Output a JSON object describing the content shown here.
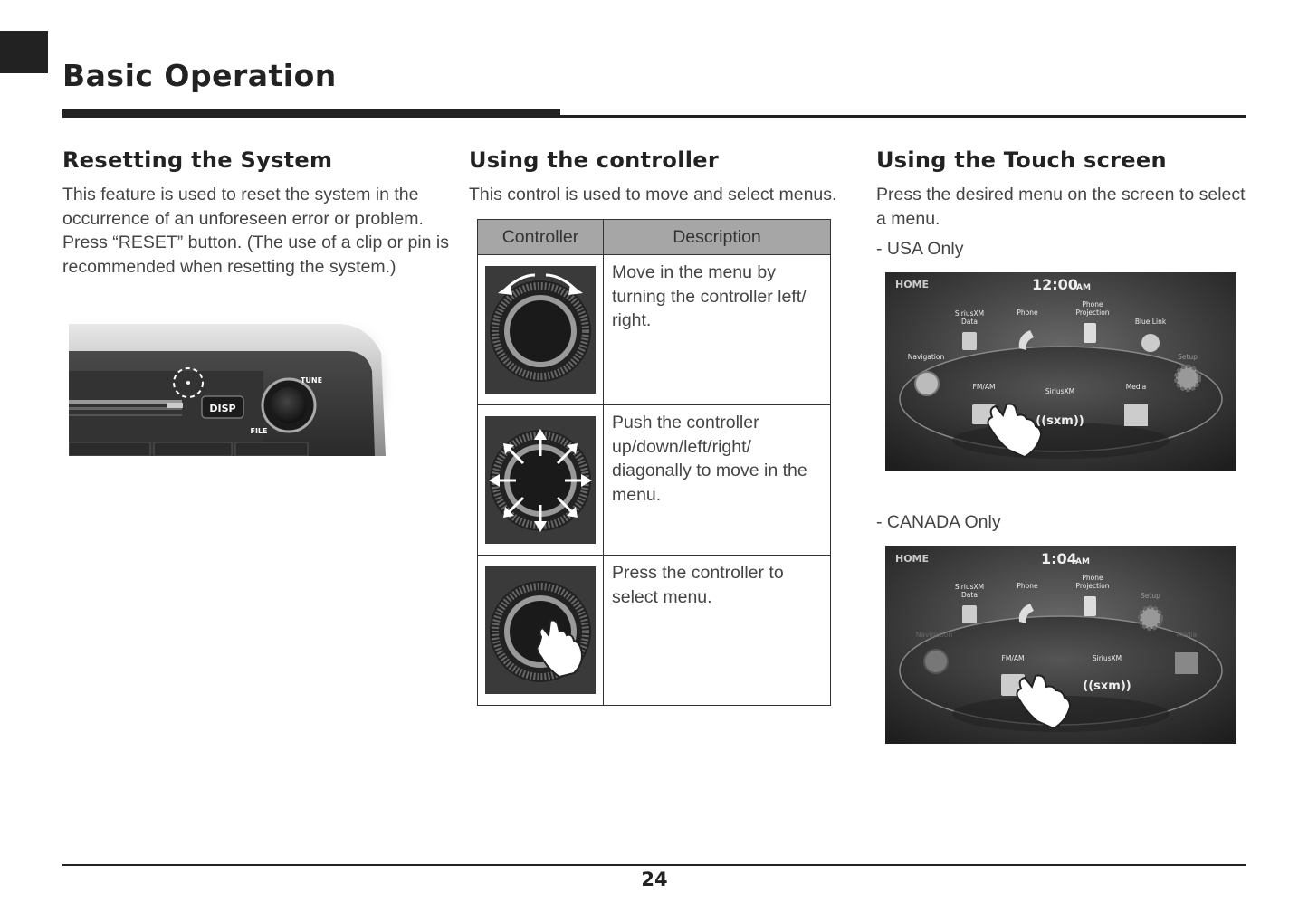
{
  "page": {
    "title": "Basic Operation",
    "page_number": "24"
  },
  "reset": {
    "heading": "Resetting the System",
    "lines": [
      "This feature is used to reset the system in the",
      "occurrence of an unforeseen error or problem.",
      "Press “RESET” button. (The use of a clip or pin is",
      "recommended when resetting the system.)"
    ],
    "illustration": {
      "disp_label": "DISP",
      "tune_label": "TUNE",
      "file_label": "FILE"
    }
  },
  "controller": {
    "heading": "Using the controller",
    "intro": "This control is used to move and select menus.",
    "table": {
      "headers": [
        "Controller",
        "Description"
      ],
      "rows": [
        {
          "icon": "rotate-knob-icon",
          "lines": [
            "Move in the menu by",
            "turning the controller left/",
            "right."
          ]
        },
        {
          "icon": "push-knob-icon",
          "lines": [
            "Push the controller",
            "up/down/left/right/",
            "diagonally to move in the",
            "menu."
          ]
        },
        {
          "icon": "press-knob-icon",
          "lines": [
            "Press the controller to",
            "select menu."
          ]
        }
      ]
    }
  },
  "touch": {
    "heading": "Using the Touch screen",
    "intro_lines": [
      "Press the desired menu on the screen to select",
      "a menu."
    ],
    "usa": {
      "label": "- USA Only",
      "home": "HOME",
      "time": "12:00",
      "ampm": "AM",
      "items": [
        "SiriusXM",
        "Data",
        "Phone",
        "Phone",
        "Projection",
        "Blue Link",
        "Navigation",
        "Setup",
        "FM/AM",
        "SiriusXM",
        "Media"
      ],
      "sxm": "((sxm))"
    },
    "canada": {
      "label": "- CANADA Only",
      "home": "HOME",
      "time": "1:04",
      "ampm": "AM",
      "items": [
        "SiriusXM",
        "Data",
        "Phone",
        "Phone",
        "Projection",
        "Setup",
        "Navigation",
        "Media",
        "FM/AM",
        "SiriusXM"
      ],
      "sxm": "((sxm))"
    }
  }
}
